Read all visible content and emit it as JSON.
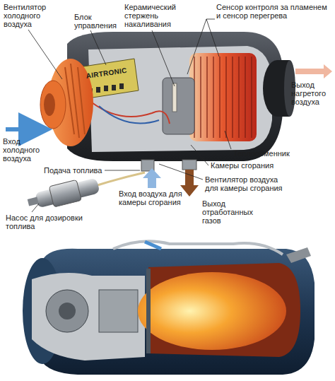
{
  "diagram": {
    "labels": [
      "Вентилятор холодного воздуха",
      "Блок управления",
      "Керамический стержень накаливания",
      "Сенсор контроля за пламенем и сенсор перегрева",
      "Выход нагретого воздуха",
      "Вход холодного воздуха",
      "Теплообменник",
      "Подача топлива",
      "Камеры сгорания",
      "Вентилятор воздуха для камеры сгорания",
      "Насос для дозировки топлива",
      "Вход воздуха для камеры сгорания",
      "Выход отработанных газов",
      "AIRTRONIC"
    ]
  }
}
